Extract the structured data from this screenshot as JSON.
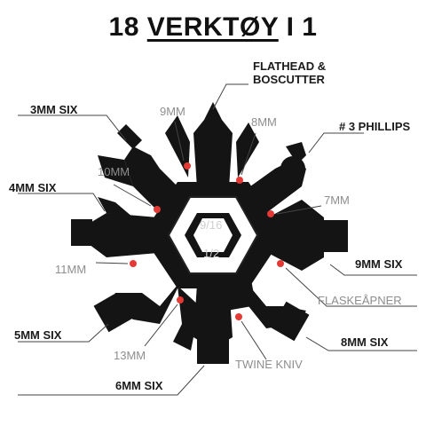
{
  "title": {
    "prefix": "18 ",
    "underlined": "VERKTØY",
    "suffix": " I 1"
  },
  "labels": {
    "flathead": [
      "FLATHEAD &",
      "BOSCUTTER"
    ],
    "mm9": "9MM",
    "mm8": "8MM",
    "phillips": "# 3 PHILLIPS",
    "six3": "3MM SIX",
    "mm10": "10MM",
    "mm7": "7MM",
    "six4": "4MM SIX",
    "center_top": "9/16",
    "center_bottom": "1/2",
    "mm11": "11MM",
    "six9": "9MM SIX",
    "bottle": "FLASKEÅPNER",
    "six5": "5MM SIX",
    "mm13": "13MM",
    "twine": "TWINE KNIV",
    "six8": "8MM SIX",
    "six6": "6MM SIX"
  },
  "colors": {
    "tool": "#141414",
    "dot": "#e53935",
    "line": "#444444",
    "gray_text": "#8e8e8e"
  }
}
